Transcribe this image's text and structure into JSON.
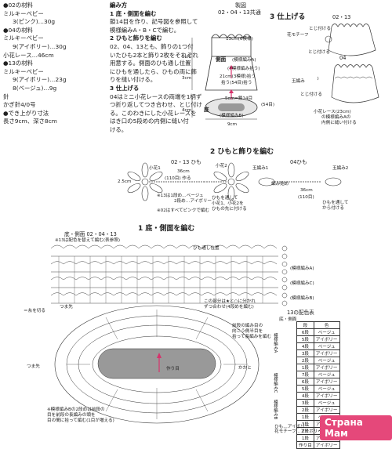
{
  "materials": {
    "lines": [
      {
        "text": "●02の材料",
        "bullet": false
      },
      {
        "text": "ミルキーベビー",
        "indent": false
      },
      {
        "text": "3(ピンク)…30g",
        "indent": true
      },
      {
        "text": "●04の材料",
        "indent": false
      },
      {
        "text": "ミルキーベビー",
        "indent": false
      },
      {
        "text": "9(アイボリー)…30g",
        "indent": true
      },
      {
        "text": "小花レース…46cm",
        "indent": false
      },
      {
        "text": "●13の材料",
        "indent": false
      },
      {
        "text": "ミルキーベビー",
        "indent": false
      },
      {
        "text": "9(アイボリー)…23g",
        "indent": true
      },
      {
        "text": "8(ベージュ)…9g",
        "indent": true
      },
      {
        "text": "針",
        "indent": false
      },
      {
        "text": "かぎ針4/0号",
        "indent": false
      },
      {
        "text": "●でき上がり寸法",
        "indent": false
      },
      {
        "text": "長さ9cm、深さ8cm",
        "indent": false
      }
    ]
  },
  "knitting": {
    "title": "編み方",
    "lines": [
      "1 底・側面を編む",
      "鎖14目を作り、記号図を参照して",
      "模様編みA・B・Cで編む。",
      "2 ひもと飾りを編む",
      "02、04、13とも、飾りの1つ付",
      "いたひも2本と飾り2枚をそれぞれ",
      "用意する。側面のひも通し位置",
      "にひもを通したら、ひもの両に飾",
      "りを縫い付ける。",
      "3 仕上げる",
      "04はミニ小花レースの両端を1柄ず",
      "つ折り返してつき合わせ、とじ付け",
      "る。このわきにした小花レースを",
      "はき口の5段めの内側に縫い付",
      "ける。"
    ]
  },
  "seizu": {
    "title": "製図",
    "subtitle": "02・04・13共通",
    "labels": {
      "w13": "13cm(6模様)",
      "side": "側面",
      "patternA": "(模様編みA)",
      "patternB": "(7模様編み拾う)",
      "around": "21cm(3模様)拾う",
      "pick": "拾う(54目)拾う",
      "h5": "5cm",
      "h3": "3cm",
      "h4": "4cm",
      "bottom": "底",
      "patternBot": "(模様編みB)",
      "chain": "5cm=鎖14目",
      "rows54": "(54目)",
      "w9": "9cm"
    }
  },
  "finish": {
    "title": "3 仕上げる",
    "label0213": "02・13",
    "label04": "04",
    "hana": "花モチーフ",
    "toji1": "とじ付ける",
    "toji2": "とじ付ける",
    "tama": "玉編み",
    "lace": "小花レース(23cm)",
    "lace2": "の模様編みAの",
    "lace3": "内側に縫い付ける",
    "toji3": "とじ付ける"
  },
  "himo": {
    "title": "2 ひもと飾りを編む",
    "l0213": "02・13 ひも",
    "l04": "04ひも",
    "flower": "小花1",
    "flower2": "小花2",
    "len": "36cm",
    "lenSub": "(110目) 作る",
    "h25": "2.5cm",
    "note1": "※13は1段め…ベージュ",
    "note2": "2段め…アイボリー",
    "note3": "※02はすべてピンクで編む",
    "attach1": "ひもを通して",
    "attach2": "小花1、小花2を",
    "attach3": "ひもの先に付ける",
    "tama1": "玉編み1",
    "tama2": "玉編み2",
    "start": "編み始め",
    "len04": "36cm",
    "len04Sub": "(110目)",
    "attach04": "ひもを通して",
    "attach04b": "から付ける"
  },
  "sokumen": {
    "title": "1 底・側面を編む",
    "sub": "底・側面 02・04・13",
    "note13": "※13は配色を替えて編む(表参照)",
    "himo": "ひも通し位置",
    "patA": "(模様編みA)",
    "patC": "(模様編みC)",
    "patB": "(模様編みB)",
    "hem": "この部分は★と○に分かれ",
    "hem2": "ずつ合わせ(4段めを編む)",
    "toe": "つま先",
    "heel": "かかと",
    "arrowNote": "＝糸を切る",
    "start": "作り目"
  },
  "instructions2": {
    "lines": [
      "前段の編み目の",
      "向こう側半目を",
      "拾って長編みを編む"
    ]
  },
  "colorTable": {
    "title": "13の配色表",
    "sub": "底・側面",
    "head": [
      "段",
      "色"
    ],
    "rows": [
      [
        "6段",
        "ベージュ"
      ],
      [
        "5段",
        "アイボリー"
      ],
      [
        "4段",
        "ベージュ"
      ],
      [
        "3段",
        "アイボリー"
      ],
      [
        "2段",
        "ベージュ"
      ],
      [
        "1段",
        "アイボリー"
      ],
      [
        "7段",
        "ベージュ"
      ],
      [
        "6段",
        "アイボリー"
      ],
      [
        "5段",
        "ベージュ"
      ],
      [
        "4段",
        "アイボリー"
      ],
      [
        "3段",
        "ベージュ"
      ],
      [
        "2段",
        "アイボリー"
      ],
      [
        "1段",
        "ベージュ"
      ],
      [
        "3段",
        "アイボリー"
      ],
      [
        "2段",
        "ベージュ"
      ],
      [
        "1段",
        "アイボリー"
      ],
      [
        "作り目",
        "アイボリー"
      ]
    ],
    "groupA": "模様編みA",
    "groupC": "模様編みC",
    "groupB": "模様編みB",
    "footer1": "ひも…アイボリー",
    "footer2": "花モチーフ…アイボリー"
  },
  "bottomNote": {
    "lines": [
      "※模様編みBの2段めは前段の",
      "目を前段の長編みの頭を",
      "目の間に拾って編む(1目が増える)"
    ]
  },
  "watermark": "Страна Мам"
}
